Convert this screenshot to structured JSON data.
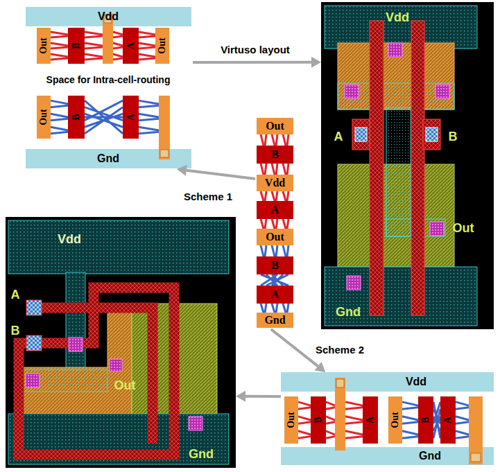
{
  "diagram": {
    "nodes": [
      {
        "text": [
          "Vdd",
          "Out",
          "B",
          "A",
          "Out",
          "Space for Intra-cell-routing",
          "Out",
          "B",
          "A",
          "Gnd"
        ]
      },
      {
        "text": [
          "Vdd",
          "A",
          "B",
          "Out",
          "Gnd"
        ]
      },
      {
        "text": [
          "Out",
          "B",
          "Vdd",
          "A",
          "Out",
          "B",
          "A",
          "Gnd"
        ]
      },
      {
        "text": [
          "Vdd",
          "A",
          "B",
          "Out",
          "Gnd"
        ]
      },
      {
        "text": [
          "Vdd",
          "Out",
          "B",
          "A",
          "Out",
          "B",
          "A",
          "Gnd"
        ]
      }
    ],
    "edges": [
      {
        "from": 0,
        "to": 1,
        "arrow": "to",
        "label": "Virtuso layout"
      },
      {
        "from": 2,
        "to": 0,
        "arrow": "to",
        "label": "Scheme 1"
      },
      {
        "from": 2,
        "to": 4,
        "arrow": "to",
        "label": "Scheme 2"
      },
      {
        "from": 4,
        "to": 3,
        "arrow": "to"
      }
    ]
  }
}
